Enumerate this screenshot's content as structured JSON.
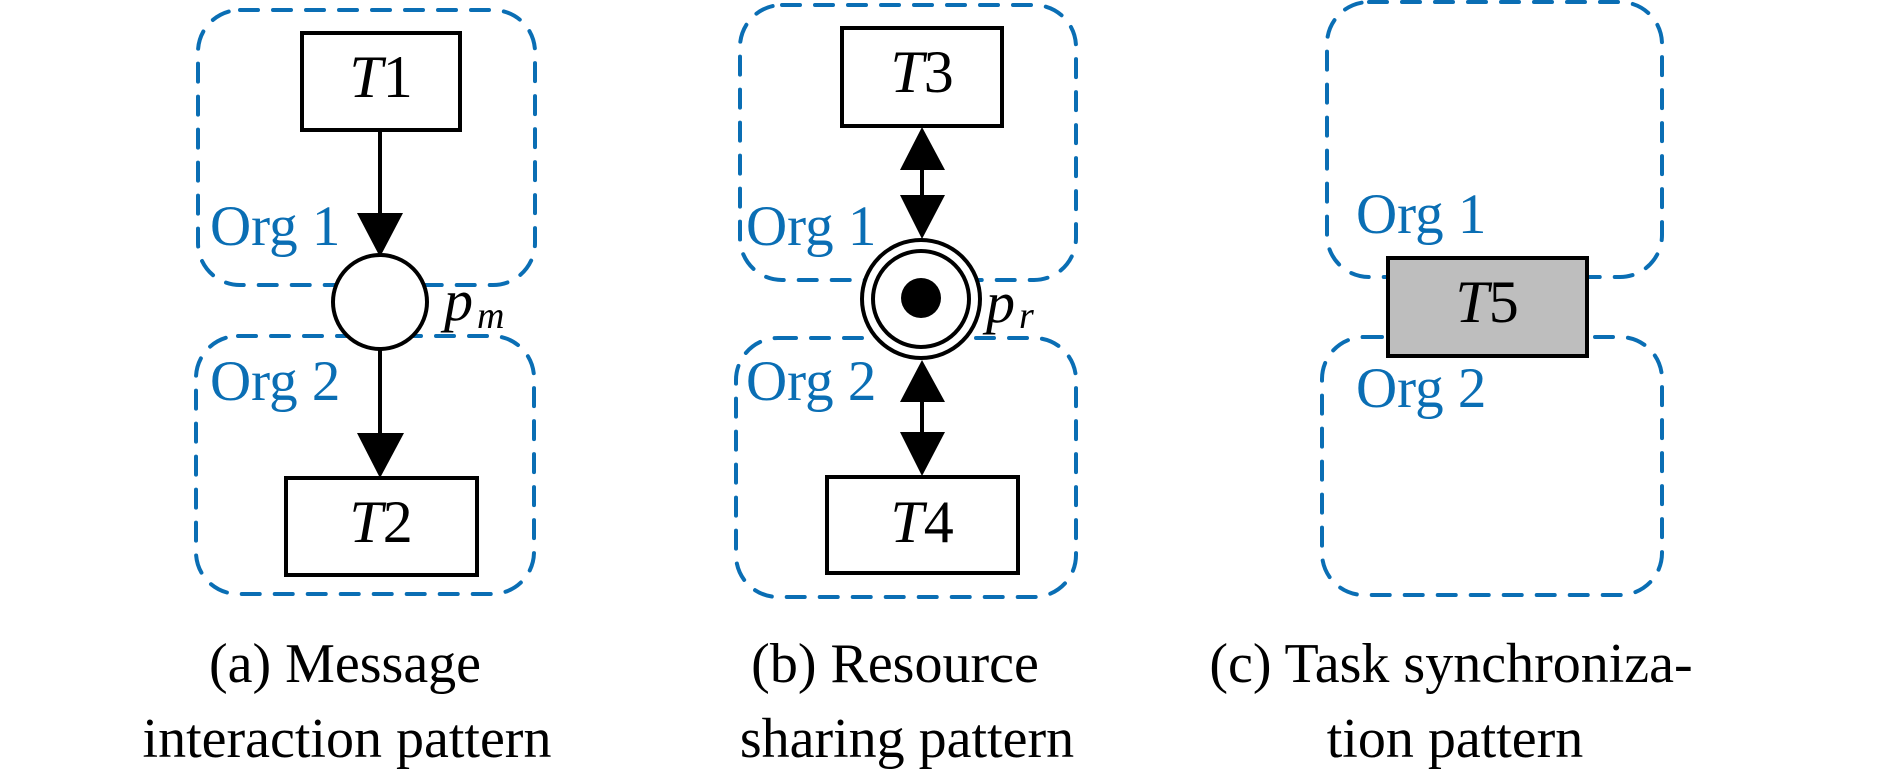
{
  "figure": {
    "colors": {
      "org_boundary": "#0a6eb4",
      "sync_transition_fill": "#bebebe",
      "stroke": "#000000"
    },
    "panels": [
      {
        "id": "a",
        "org_top_label": "Org 1",
        "org_bottom_label": "Org 2",
        "top_transition": {
          "italic": "T",
          "number": "1"
        },
        "bottom_transition": {
          "italic": "T",
          "number": "2"
        },
        "place": {
          "symbol": "p",
          "subscript": "m",
          "tokens": 0,
          "type": "message place"
        },
        "arcs": "T1 → p_m → T2",
        "caption_line1": "(a) Message",
        "caption_line2": "interaction pattern"
      },
      {
        "id": "b",
        "org_top_label": "Org 1",
        "org_bottom_label": "Org 2",
        "top_transition": {
          "italic": "T",
          "number": "3"
        },
        "bottom_transition": {
          "italic": "T",
          "number": "4"
        },
        "place": {
          "symbol": "p",
          "subscript": "r",
          "tokens": 1,
          "type": "resource place"
        },
        "arcs": "T3 ↔ p_r ↔ T4",
        "caption_line1": "(b) Resource",
        "caption_line2": "sharing pattern"
      },
      {
        "id": "c",
        "org_top_label": "Org 1",
        "org_bottom_label": "Org 2",
        "shared_transition": {
          "italic": "T",
          "number": "5"
        },
        "caption_line1": "(c) Task synchroniza-",
        "caption_line2": "tion pattern"
      }
    ]
  }
}
